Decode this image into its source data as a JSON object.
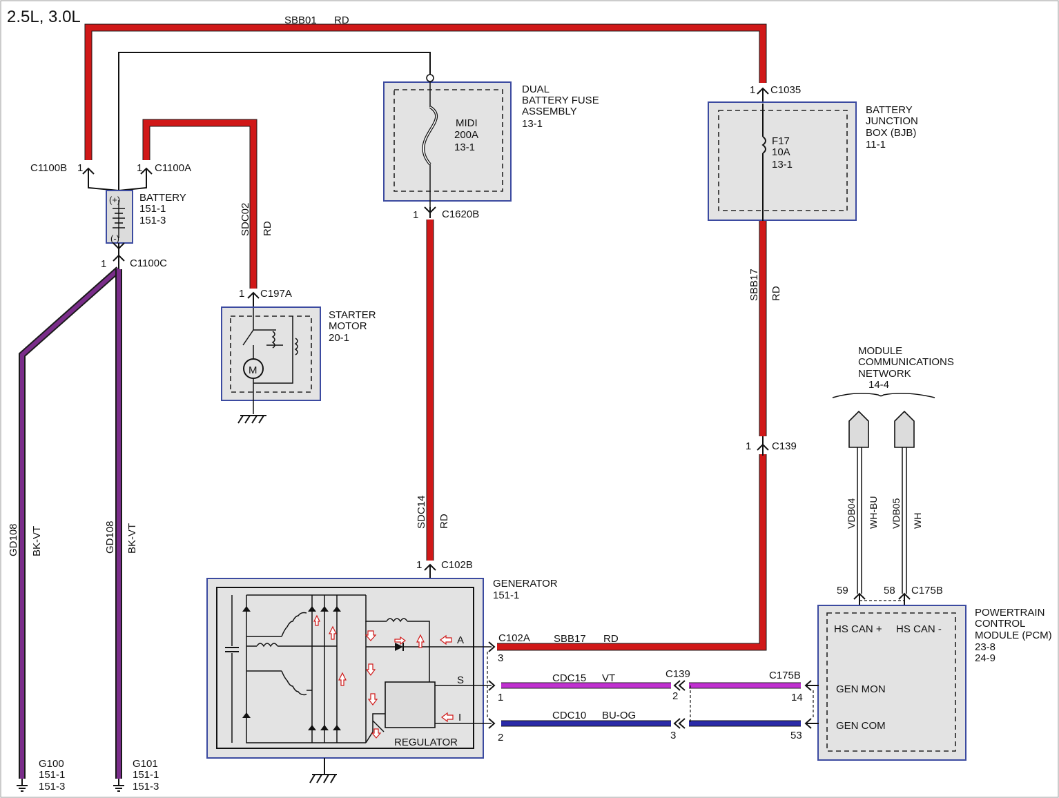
{
  "title": "2.5L, 3.0L",
  "wires": {
    "sbb01_id": "SBB01",
    "sbb01_color": "RD",
    "sdc02_id": "SDC02",
    "sdc02_color": "RD",
    "sdc14_id": "SDC14",
    "sdc14_color": "RD",
    "sbb17_v_id": "SBB17",
    "sbb17_v_color": "RD",
    "sbb17_h_id": "SBB17",
    "sbb17_h_color": "RD",
    "cdc15_id": "CDC15",
    "cdc15_color": "VT",
    "cdc10_id": "CDC10",
    "cdc10_color": "BU-OG",
    "gd108_left_id": "GD108",
    "gd108_left_color": "BK-VT",
    "gd108_right_id": "GD108",
    "gd108_right_color": "BK-VT",
    "vdb04_id": "VDB04",
    "vdb04_color": "WH-BU",
    "vdb05_id": "VDB05",
    "vdb05_color": "WH"
  },
  "connectors": {
    "c1100b": "C1100B",
    "c1100b_pin": "1",
    "c1100a": "C1100A",
    "c1100a_pin": "1",
    "c1100c": "C1100C",
    "c1100c_pin": "1",
    "c197a": "C197A",
    "c197a_pin": "1",
    "c1620b": "C1620B",
    "c1620b_pin": "1",
    "c1035": "C1035",
    "c1035_pin": "1",
    "c139_top": "C139",
    "c139_top_pin": "1",
    "c102b": "C102B",
    "c102b_pin": "1",
    "c102a": "C102A",
    "c102a_pin_a": "3",
    "c102a_pin_s": "1",
    "c102a_pin_i": "2",
    "c139_mid": "C139",
    "c139_mid_pin_s": "2",
    "c139_mid_pin_i": "3",
    "c175b_mid": "C175B",
    "c175b_mid_pin_s": "14",
    "c175b_mid_pin_i": "53",
    "c175b_top": "C175B",
    "c175b_top_pin_59": "59",
    "c175b_top_pin_58": "58"
  },
  "components": {
    "battery": {
      "name": "BATTERY",
      "ref1": "151-1",
      "ref2": "151-3",
      "plus": "(+)",
      "minus": "(-)"
    },
    "fuse_assembly": {
      "name1": "DUAL",
      "name2": "BATTERY FUSE",
      "name3": "ASSEMBLY",
      "ref": "13-1",
      "fuse_name": "MIDI",
      "fuse_rating": "200A",
      "fuse_ref": "13-1"
    },
    "bjb": {
      "name1": "BATTERY",
      "name2": "JUNCTION",
      "name3": "BOX (BJB)",
      "ref": "11-1",
      "fuse_name": "F17",
      "fuse_rating": "10A",
      "fuse_ref": "13-1"
    },
    "starter": {
      "name1": "STARTER",
      "name2": "MOTOR",
      "ref": "20-1",
      "motor": "M"
    },
    "generator": {
      "name": "GENERATOR",
      "ref": "151-1",
      "regulator": "REGULATOR",
      "term_a": "A",
      "term_s": "S",
      "term_i": "I"
    },
    "network": {
      "name1": "MODULE",
      "name2": "COMMUNICATIONS",
      "name3": "NETWORK",
      "ref": "14-4"
    },
    "pcm": {
      "name1": "POWERTRAIN",
      "name2": "CONTROL",
      "name3": "MODULE (PCM)",
      "ref1": "23-8",
      "ref2": "24-9",
      "can_plus": "HS CAN +",
      "can_minus": "HS CAN -",
      "gen_mon": "GEN MON",
      "gen_com": "GEN COM"
    },
    "g100": {
      "name": "G100",
      "ref1": "151-1",
      "ref2": "151-3"
    },
    "g101": {
      "name": "G101",
      "ref1": "151-1",
      "ref2": "151-3"
    }
  },
  "colors": {
    "red_wire": "#d01818",
    "violet_wire": "#c030d0",
    "blue_wire": "#2a2aa8",
    "bkvt_wire": "#7a2d8a",
    "box_border": "#3b4aa0",
    "box_fill": "#e3e3e3"
  }
}
